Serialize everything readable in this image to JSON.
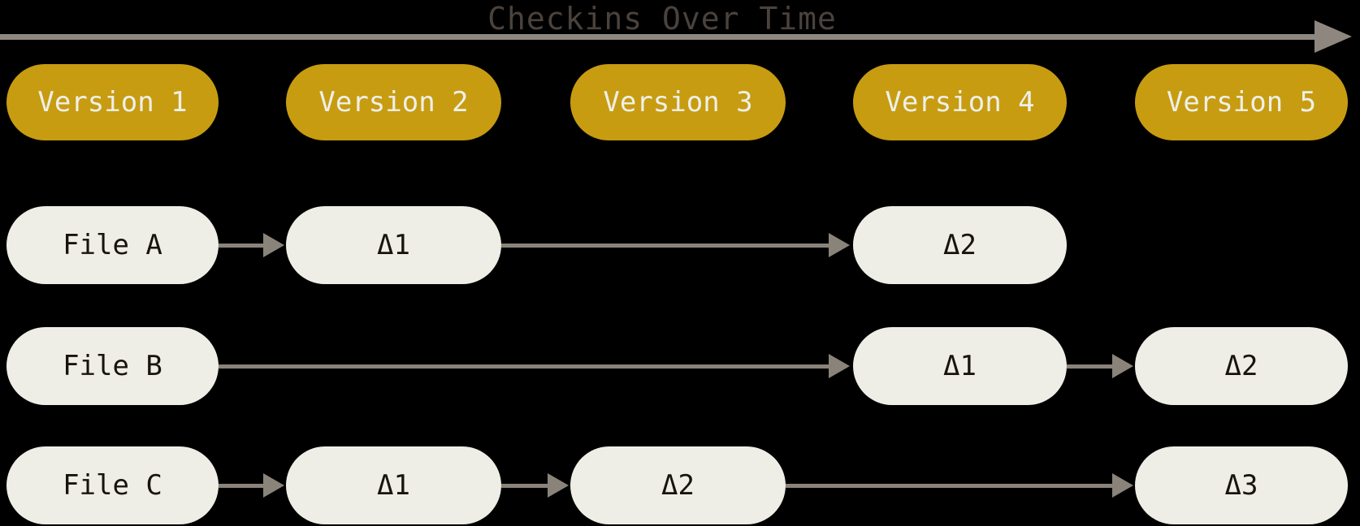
{
  "title": "Checkins Over Time",
  "versions": [
    {
      "label": "Version 1"
    },
    {
      "label": "Version 2"
    },
    {
      "label": "Version 3"
    },
    {
      "label": "Version 4"
    },
    {
      "label": "Version 5"
    }
  ],
  "files": [
    {
      "name": "File A",
      "deltas": [
        {
          "label": "Δ1",
          "aligned_version": "Version 2"
        },
        {
          "label": "Δ2",
          "aligned_version": "Version 4"
        }
      ]
    },
    {
      "name": "File B",
      "deltas": [
        {
          "label": "Δ1",
          "aligned_version": "Version 4"
        },
        {
          "label": "Δ2",
          "aligned_version": "Version 5"
        }
      ]
    },
    {
      "name": "File C",
      "deltas": [
        {
          "label": "Δ1",
          "aligned_version": "Version 2"
        },
        {
          "label": "Δ2",
          "aligned_version": "Version 3"
        },
        {
          "label": "Δ3",
          "aligned_version": "Version 5"
        }
      ]
    }
  ],
  "colors": {
    "background": "#000000",
    "gold": "#c79c11",
    "pill_text": "#eef0ea",
    "node_fill": "#efeee6",
    "node_text": "#17140f",
    "arrow": "#8a8379",
    "timeline": "#8e8780",
    "title_text": "#4a423c"
  }
}
